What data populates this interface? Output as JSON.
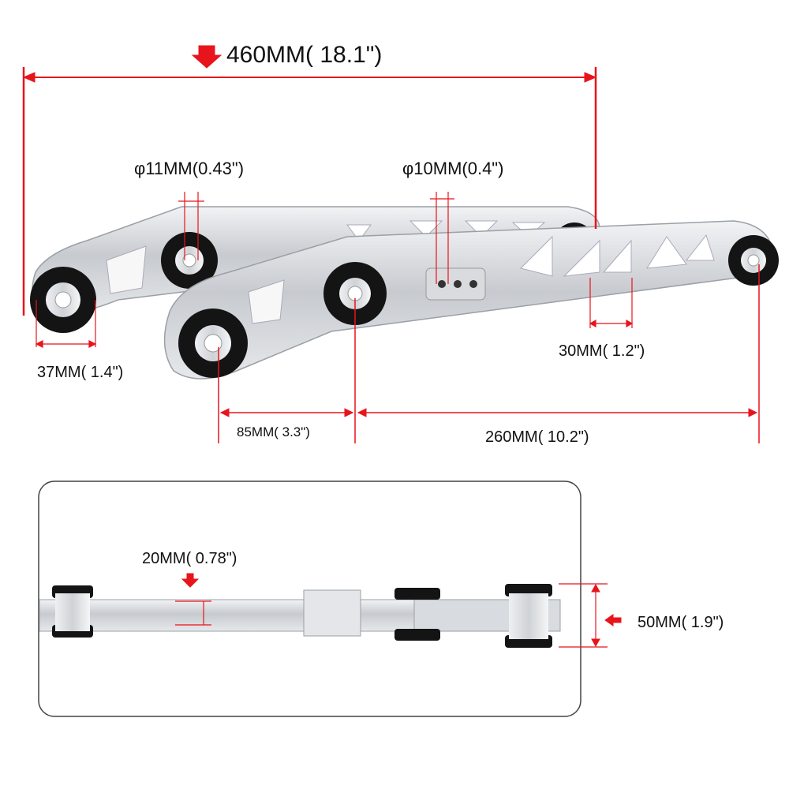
{
  "dimensions": {
    "overall_length": "460MM(  18.1\")",
    "left_hole_diameter": "φ11MM(0.43\")",
    "center_hole_diameter": "φ10MM(0.4\")",
    "bushing_width": "37MM(  1.4\")",
    "slot_width": "30MM(  1.2\")",
    "end_to_center": "85MM(  3.3\")",
    "center_to_end": "260MM(  10.2\")",
    "bar_thickness": "20MM(  0.78\")",
    "bushing_height": "50MM(  1.9\")"
  },
  "colors": {
    "dimension_line": "#e8141c",
    "aluminum": "#c9ccd0",
    "bushing": "#141414",
    "frame": "#444444"
  }
}
